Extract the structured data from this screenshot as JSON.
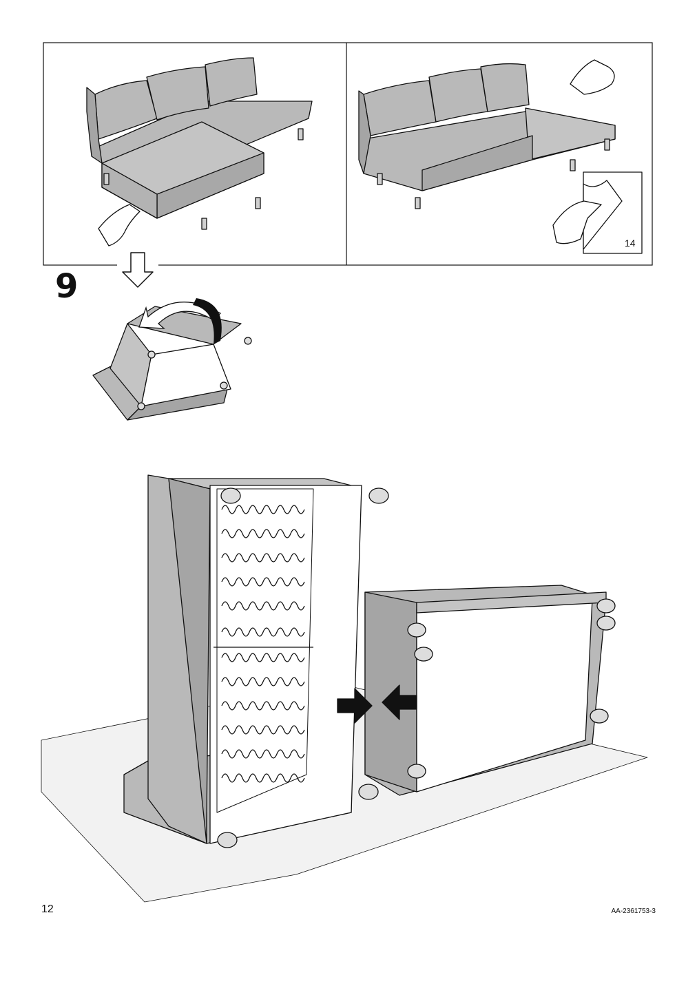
{
  "page": {
    "step_number": "9",
    "page_number": "12",
    "document_id": "AA-2361753-3",
    "reference_page": "14"
  },
  "colors": {
    "upholstery": "#b9b9b9",
    "upholstery_dark": "#9a9a9a",
    "floor": "#f2f2f2",
    "line": "#111111"
  }
}
